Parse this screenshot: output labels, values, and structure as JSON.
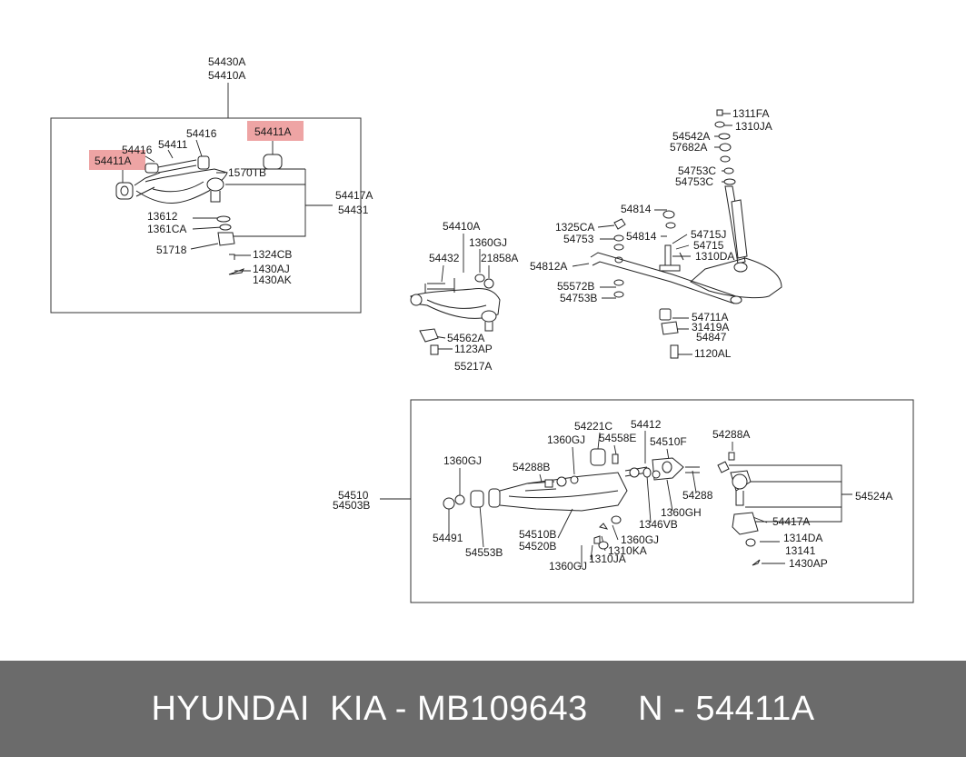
{
  "diagram": {
    "upper_arm_group": {
      "title_top": "54430A",
      "title_bottom": "54410A",
      "labels": {
        "54411A_left": "54411A",
        "54416_left": "54416",
        "54411": "54411",
        "54416_right": "54416",
        "54411A_right": "54411A",
        "1570TB": "1570TB",
        "54417A": "54417A",
        "54431": "54431",
        "13612": "13612",
        "1361CA": "1361CA",
        "51718": "51718",
        "1324CB": "1324CB",
        "1430AJ": "1430AJ",
        "1430AK": "1430AK"
      }
    },
    "middle_group": {
      "labels": {
        "54410A": "54410A",
        "1360GJ": "1360GJ",
        "54432": "54432",
        "21858A": "21858A",
        "54562A": "54562A",
        "1123AP": "1123AP",
        "55217A": "55217A"
      }
    },
    "stabilizer_group": {
      "labels": {
        "1311FA": "1311FA",
        "1310JA": "1310JA",
        "54542A": "54542A",
        "57682A": "57682A",
        "54753C_a": "54753C",
        "54753C_b": "54753C",
        "54814_a": "54814",
        "1325CA": "1325CA",
        "54753": "54753",
        "54814_b": "54814",
        "54715J": "54715J",
        "54715": "54715",
        "1310DA": "1310DA",
        "54812A": "54812A",
        "55572B": "55572B",
        "54753B": "54753B",
        "54711A": "54711A",
        "31419A": "31419A",
        "54847": "54847",
        "1120AL": "1120AL"
      }
    },
    "lower_arm_group": {
      "labels": {
        "54510": "54510",
        "54503B": "54503B",
        "1360GJ_a": "1360GJ",
        "54288B": "54288B",
        "54221C": "54221C",
        "1360GJ_b": "1360GJ",
        "54558E": "54558E",
        "54412": "54412",
        "54510F": "54510F",
        "54288A": "54288A",
        "54524A": "54524A",
        "54288": "54288",
        "1360GH": "1360GH",
        "1346VB": "1346VB",
        "54417A": "54417A",
        "54491": "54491",
        "54553B": "54553B",
        "54510B": "54510B",
        "54520B": "54520B",
        "1360GJ_c": "1360GJ",
        "1310KA": "1310KA",
        "1310JA": "1310JA",
        "1360GJ_d": "1360GJ",
        "1314DA": "1314DA",
        "13141": "13141",
        "1430AP": "1430AP"
      }
    }
  },
  "footer": {
    "brand": "HYUNDAI  KIA",
    "sep1": " - ",
    "part_number": "MB109643",
    "gap": "     ",
    "prefix": "N",
    "sep2": " - ",
    "ref": "54411A"
  },
  "colors": {
    "highlight": "#e05a5a",
    "footer_bg": "#6b6b6b",
    "footer_text": "#ffffff"
  }
}
